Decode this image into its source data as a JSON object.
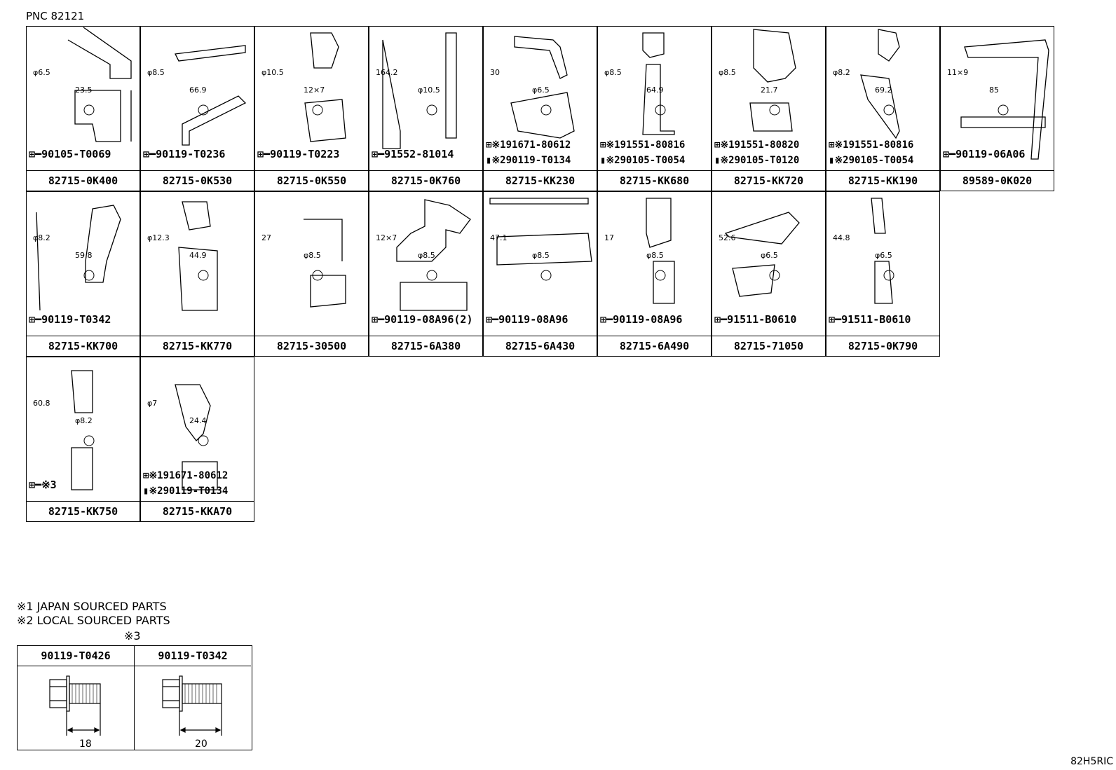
{
  "header": {
    "pnc": "PNC 82121",
    "diagram_code": "82H5RIC"
  },
  "cells": [
    {
      "part": "82715-0K400",
      "bolts": [
        "90105-T0069"
      ],
      "dims": [
        "φ6.5",
        "23.5"
      ]
    },
    {
      "part": "82715-0K530",
      "bolts": [
        "90119-T0236"
      ],
      "dims": [
        "φ8.5",
        "66.9"
      ]
    },
    {
      "part": "82715-0K550",
      "bolts": [
        "90119-T0223"
      ],
      "dims": [
        "φ10.5",
        "12×7"
      ]
    },
    {
      "part": "82715-0K760",
      "bolts": [
        "91552-81014"
      ],
      "dims": [
        "164.2",
        "φ10.5"
      ]
    },
    {
      "part": "82715-KK230",
      "bolts": [
        "※191671-80612",
        "※290119-T0134"
      ],
      "dims": [
        "30",
        "φ6.5"
      ]
    },
    {
      "part": "82715-KK680",
      "bolts": [
        "※191551-80816",
        "※290105-T0054"
      ],
      "dims": [
        "φ8.5",
        "64.9"
      ]
    },
    {
      "part": "82715-KK720",
      "bolts": [
        "※191551-80820",
        "※290105-T0120"
      ],
      "dims": [
        "φ8.5",
        "21.7"
      ]
    },
    {
      "part": "82715-KK190",
      "bolts": [
        "※191551-80816",
        "※290105-T0054"
      ],
      "dims": [
        "φ8.2",
        "69.2"
      ]
    },
    {
      "part": "89589-0K020",
      "bolts": [
        "90119-06A06"
      ],
      "dims": [
        "11×9",
        "85"
      ]
    },
    {
      "part": "82715-KK700",
      "bolts": [
        "90119-T0342"
      ],
      "dims": [
        "φ8.2",
        "59.8"
      ]
    },
    {
      "part": "82715-KK770",
      "bolts": [],
      "dims": [
        "φ12.3",
        "44.9"
      ]
    },
    {
      "part": "82715-30500",
      "bolts": [],
      "dims": [
        "27",
        "φ8.5"
      ]
    },
    {
      "part": "82715-6A380",
      "bolts": [
        "90119-08A96(2)"
      ],
      "dims": [
        "12×7",
        "φ8.5"
      ]
    },
    {
      "part": "82715-6A430",
      "bolts": [
        "90119-08A96"
      ],
      "dims": [
        "47.1",
        "φ8.5"
      ]
    },
    {
      "part": "82715-6A490",
      "bolts": [
        "90119-08A96"
      ],
      "dims": [
        "17",
        "φ8.5"
      ]
    },
    {
      "part": "82715-71050",
      "bolts": [
        "91511-B0610"
      ],
      "dims": [
        "52.6",
        "φ6.5"
      ]
    },
    {
      "part": "82715-0K790",
      "bolts": [
        "91511-B0610"
      ],
      "dims": [
        "44.8",
        "φ6.5"
      ]
    },
    {
      "part": "82715-KK750",
      "bolts": [
        "※3"
      ],
      "dims": [
        "60.8",
        "φ8.2"
      ]
    },
    {
      "part": "82715-KKA70",
      "bolts": [
        "※191671-80612",
        "※290119-T0134"
      ],
      "dims": [
        "φ7",
        "24.4"
      ]
    }
  ],
  "notes": [
    "※1 JAPAN SOURCED PARTS",
    "※2 LOCAL SOURCED PARTS"
  ],
  "note3": {
    "title": "※3",
    "items": [
      {
        "part": "90119-T0426",
        "length": "18"
      },
      {
        "part": "90119-T0342",
        "length": "20"
      }
    ]
  }
}
